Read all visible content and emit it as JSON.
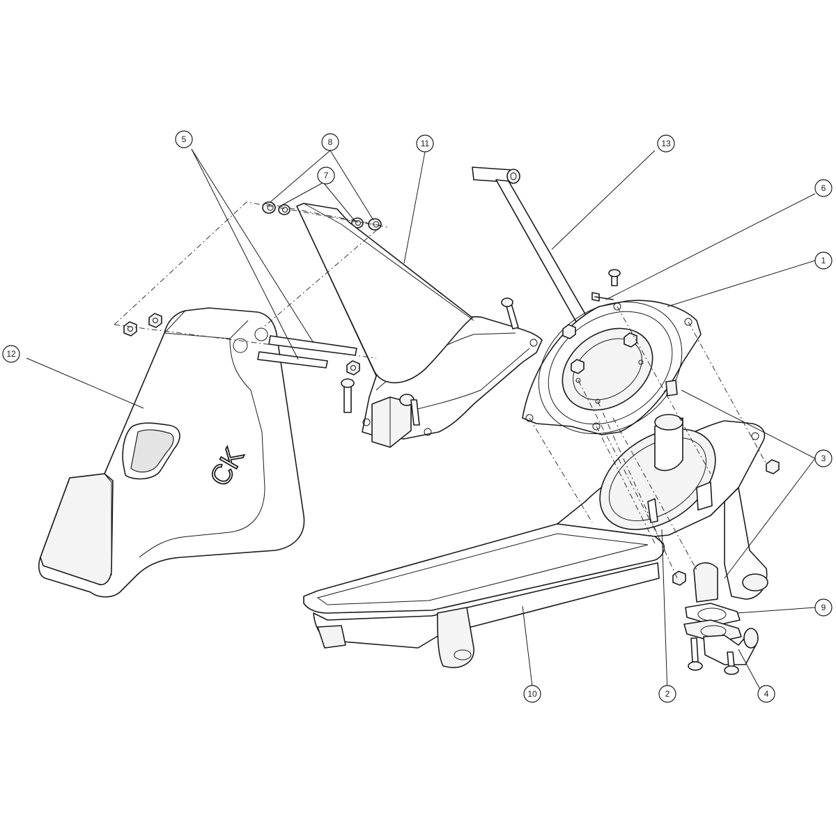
{
  "callouts": [
    {
      "id": "callout-1",
      "label": "1"
    },
    {
      "id": "callout-2",
      "label": "2"
    },
    {
      "id": "callout-3",
      "label": "3"
    },
    {
      "id": "callout-4",
      "label": "4"
    },
    {
      "id": "callout-5",
      "label": "5"
    },
    {
      "id": "callout-6",
      "label": "6"
    },
    {
      "id": "callout-7",
      "label": "7"
    },
    {
      "id": "callout-8",
      "label": "8"
    },
    {
      "id": "callout-9",
      "label": "9"
    },
    {
      "id": "callout-10",
      "label": "10"
    },
    {
      "id": "callout-11",
      "label": "11"
    },
    {
      "id": "callout-12",
      "label": "12"
    },
    {
      "id": "callout-13",
      "label": "13"
    }
  ],
  "logo": {
    "text": "CK"
  },
  "colors": {
    "line": "#1a1a1a",
    "background": "#ffffff"
  }
}
